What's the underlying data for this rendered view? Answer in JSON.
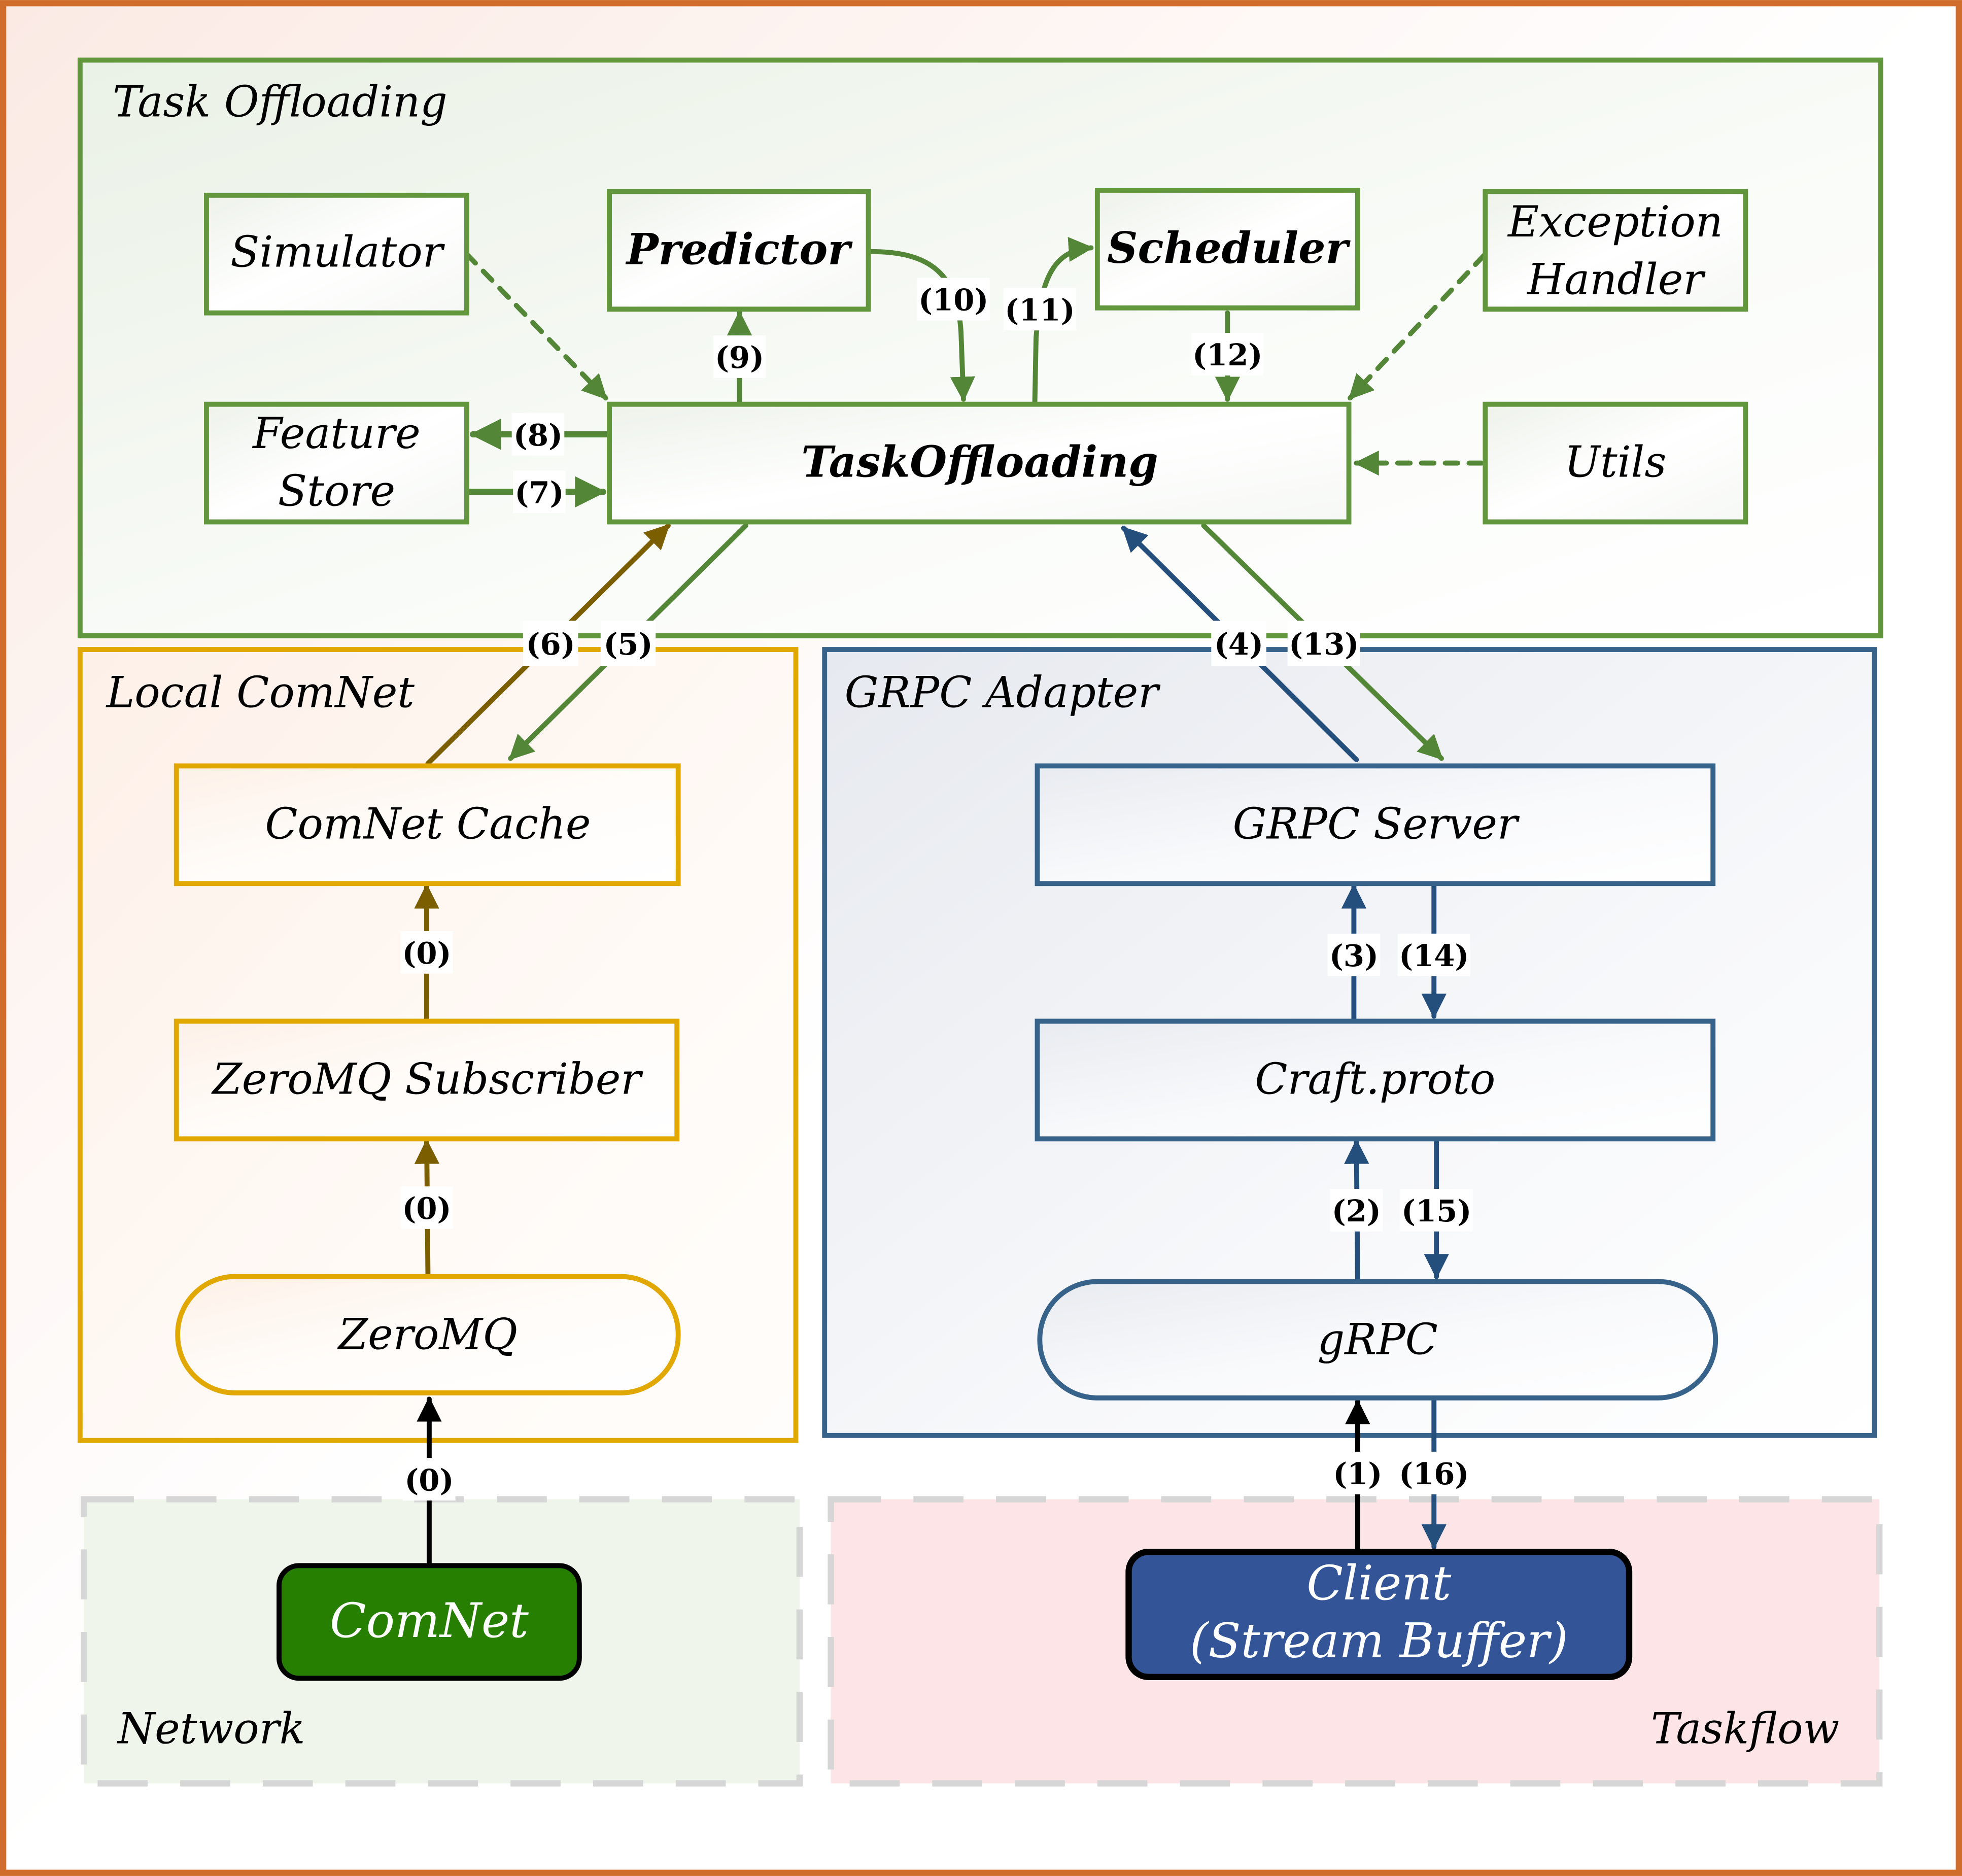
{
  "colors": {
    "outer_border": "#d06d2c",
    "task_offloading": "#62973e",
    "task_offloading_arrow": "#548638",
    "local_comnet": "#e0a800",
    "local_comnet_arrow": "#7b5e00",
    "grpc": "#37628a",
    "grpc_arrow": "#244f7c",
    "network_fill": "#eff5ea",
    "taskflow_fill": "#fde4e6",
    "dashed_border": "#d6d6d6",
    "comnet_node": "#267f00",
    "client_node": "#335597"
  },
  "regions": {
    "task_offloading": "Task Offloading",
    "local_comnet": "Local ComNet",
    "grpc_adapter": "GRPC Adapter",
    "network": "Network",
    "taskflow": "Taskflow"
  },
  "nodes": {
    "simulator": "Simulator",
    "predictor": "Predictor",
    "scheduler": "Scheduler",
    "exception_handler_line1": "Exception",
    "exception_handler_line2": "Handler",
    "feature_store_line1": "Feature",
    "feature_store_line2": "Store",
    "task_offloading_core": "TaskOffloading",
    "utils": "Utils",
    "comnet_cache": "ComNet Cache",
    "zeromq_subscriber": "ZeroMQ Subscriber",
    "zeromq": "ZeroMQ",
    "grpc_server": "GRPC Server",
    "craft_proto": "Craft.proto",
    "grpc": "gRPC",
    "comnet": "ComNet",
    "client_line1": "Client",
    "client_line2": "(Stream Buffer)"
  },
  "steps": {
    "s0a": "(0)",
    "s0b": "(0)",
    "s0c": "(0)",
    "s1": "(1)",
    "s2": "(2)",
    "s3": "(3)",
    "s4": "(4)",
    "s5": "(5)",
    "s6": "(6)",
    "s7": "(7)",
    "s8": "(8)",
    "s9": "(9)",
    "s10": "(10)",
    "s11": "(11)",
    "s12": "(12)",
    "s13": "(13)",
    "s14": "(14)",
    "s15": "(15)",
    "s16": "(16)"
  }
}
